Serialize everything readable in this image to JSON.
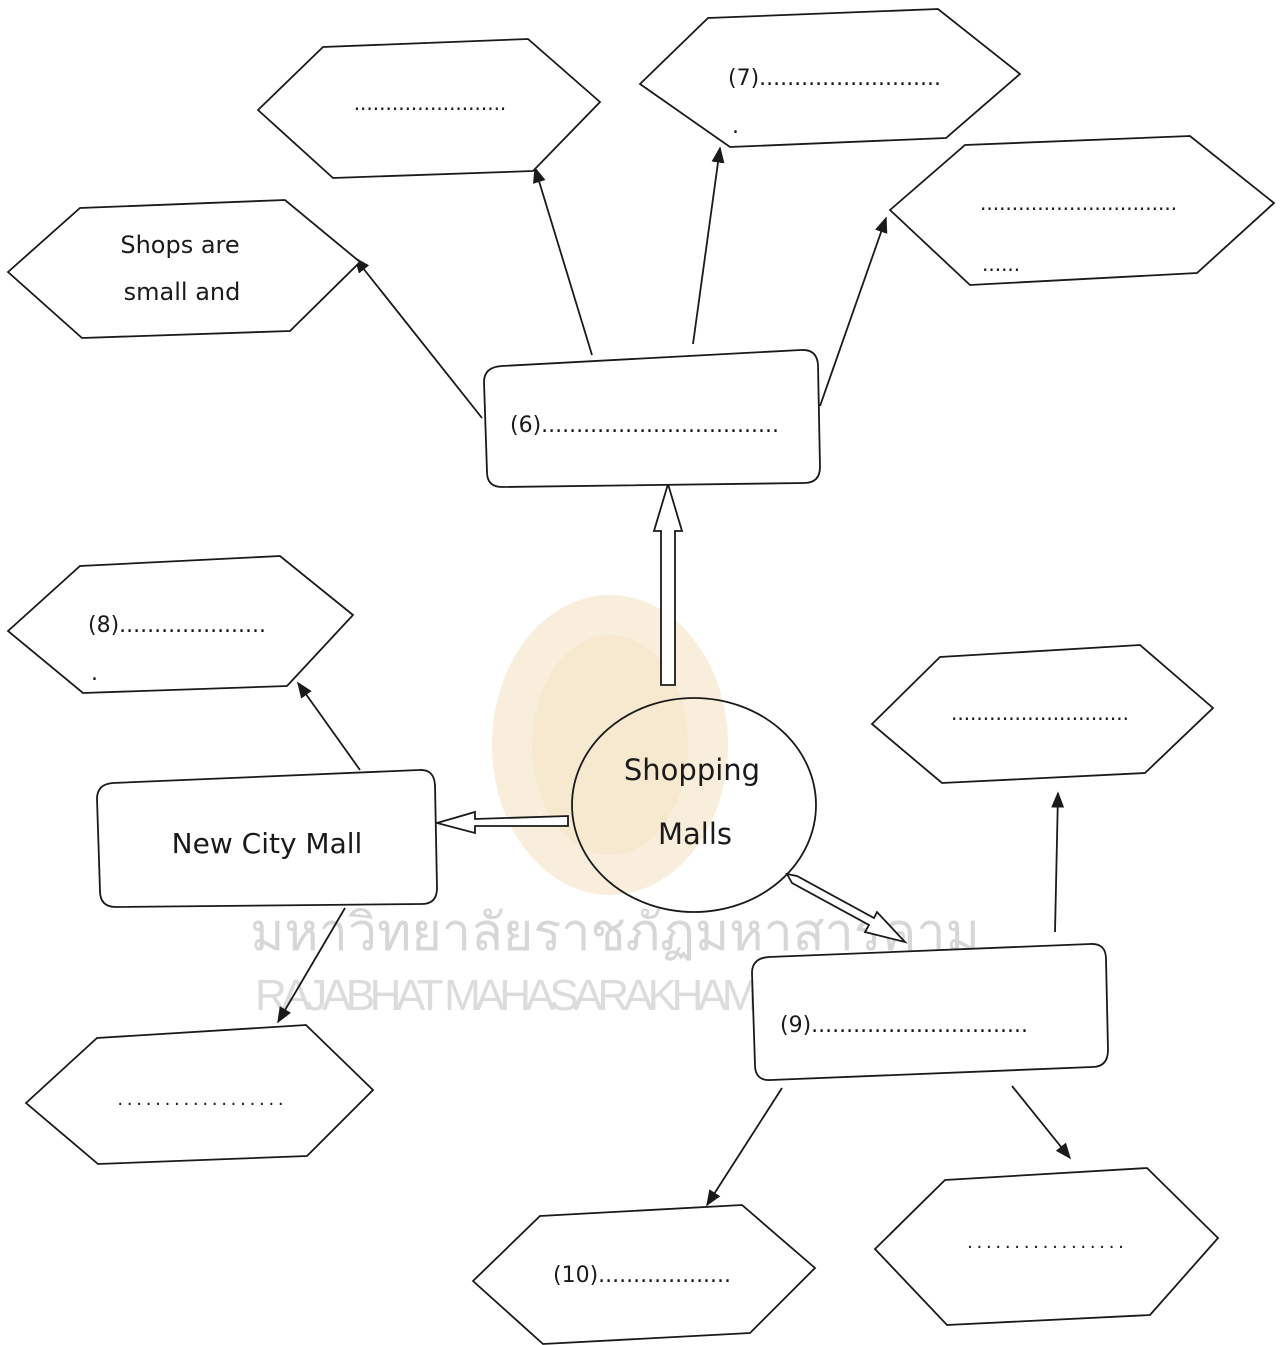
{
  "diagram": {
    "center": {
      "lines": [
        "Shopping",
        "Malls"
      ]
    },
    "watermark": {
      "thai": "มหาวิทยาลัยราชภัฏมหาสารคาม",
      "english": "RAJABHAT MAHASARAKHAM UNIVERSITY",
      "seal_color": "#e9c99a"
    },
    "boxes": {
      "top": "(6)..................................",
      "left": "New City Mall",
      "right": "(9)..............................."
    },
    "hexagons": {
      "top_far_left": [
        "Shops are",
        "small and"
      ],
      "top_mid_left": [
        "........................"
      ],
      "top_mid_right": [
        "(7)..........................",
        "."
      ],
      "top_right": [
        "...............................",
        "......"
      ],
      "left_upper": [
        "(8).....................",
        "."
      ],
      "left_lower": [
        ". . . . . . . . . . . . . . . . . ."
      ],
      "right_upper": [
        "............................"
      ],
      "right_lower_left": [
        "(10)..................."
      ],
      "right_lower_right": [
        ". . . . . . . . . . . . . . . . ."
      ]
    },
    "colors": {
      "stroke": "#1a1a1a",
      "background": "#ffffff"
    }
  }
}
